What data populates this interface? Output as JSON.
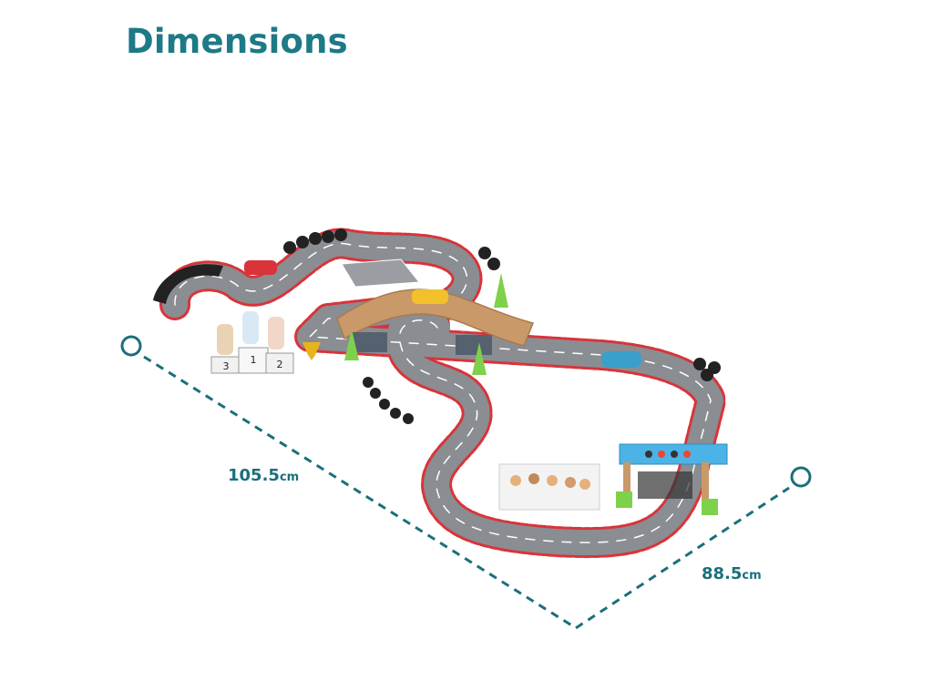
{
  "title": "Dimensions",
  "dimensions": {
    "length": {
      "value": "105.5",
      "unit": "cm"
    },
    "width": {
      "value": "88.5",
      "unit": "cm"
    }
  },
  "podium": {
    "third": "3",
    "first": "1",
    "second": "2"
  },
  "colors": {
    "title": "#1d7a86",
    "dimension_line": "#1b6f7c",
    "track": "#8a8d92",
    "kerb_red": "#d8343a",
    "bridge": "#c9996a",
    "gantry": "#4cb3e6"
  },
  "icons": [
    "magnifier-endpoint-icon"
  ]
}
